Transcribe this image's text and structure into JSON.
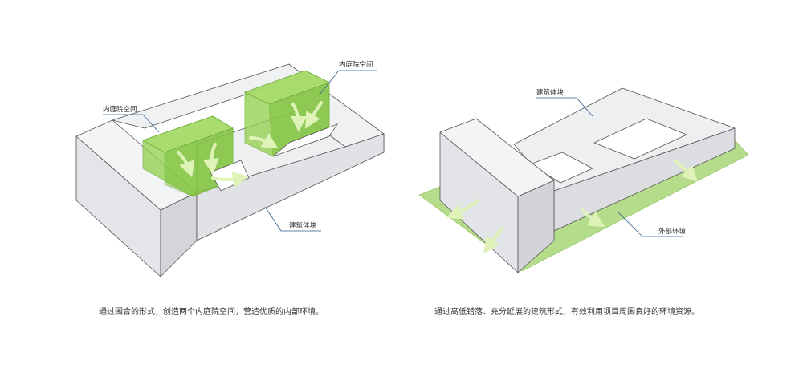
{
  "left_diagram": {
    "label_courtyard_1": "内庭院空间",
    "label_courtyard_2": "内庭院空间",
    "label_building": "建筑体块",
    "caption": "通过围合的形式，创造两个内庭院空间，营造优质的内部环境。"
  },
  "right_diagram": {
    "label_building": "建筑体块",
    "label_environment": "外部环境",
    "caption": "通过高低错落、充分延展的建筑形式，有效利用项目周围良好的环境资源。"
  },
  "colors": {
    "block_top": "#f1f2f4",
    "block_side": "#dfe0e4",
    "block_front": "#e7e8ec",
    "green_volume": "#8fcf4a",
    "ground": "#b5dc8a",
    "leader_line": "#2a5c8c"
  }
}
